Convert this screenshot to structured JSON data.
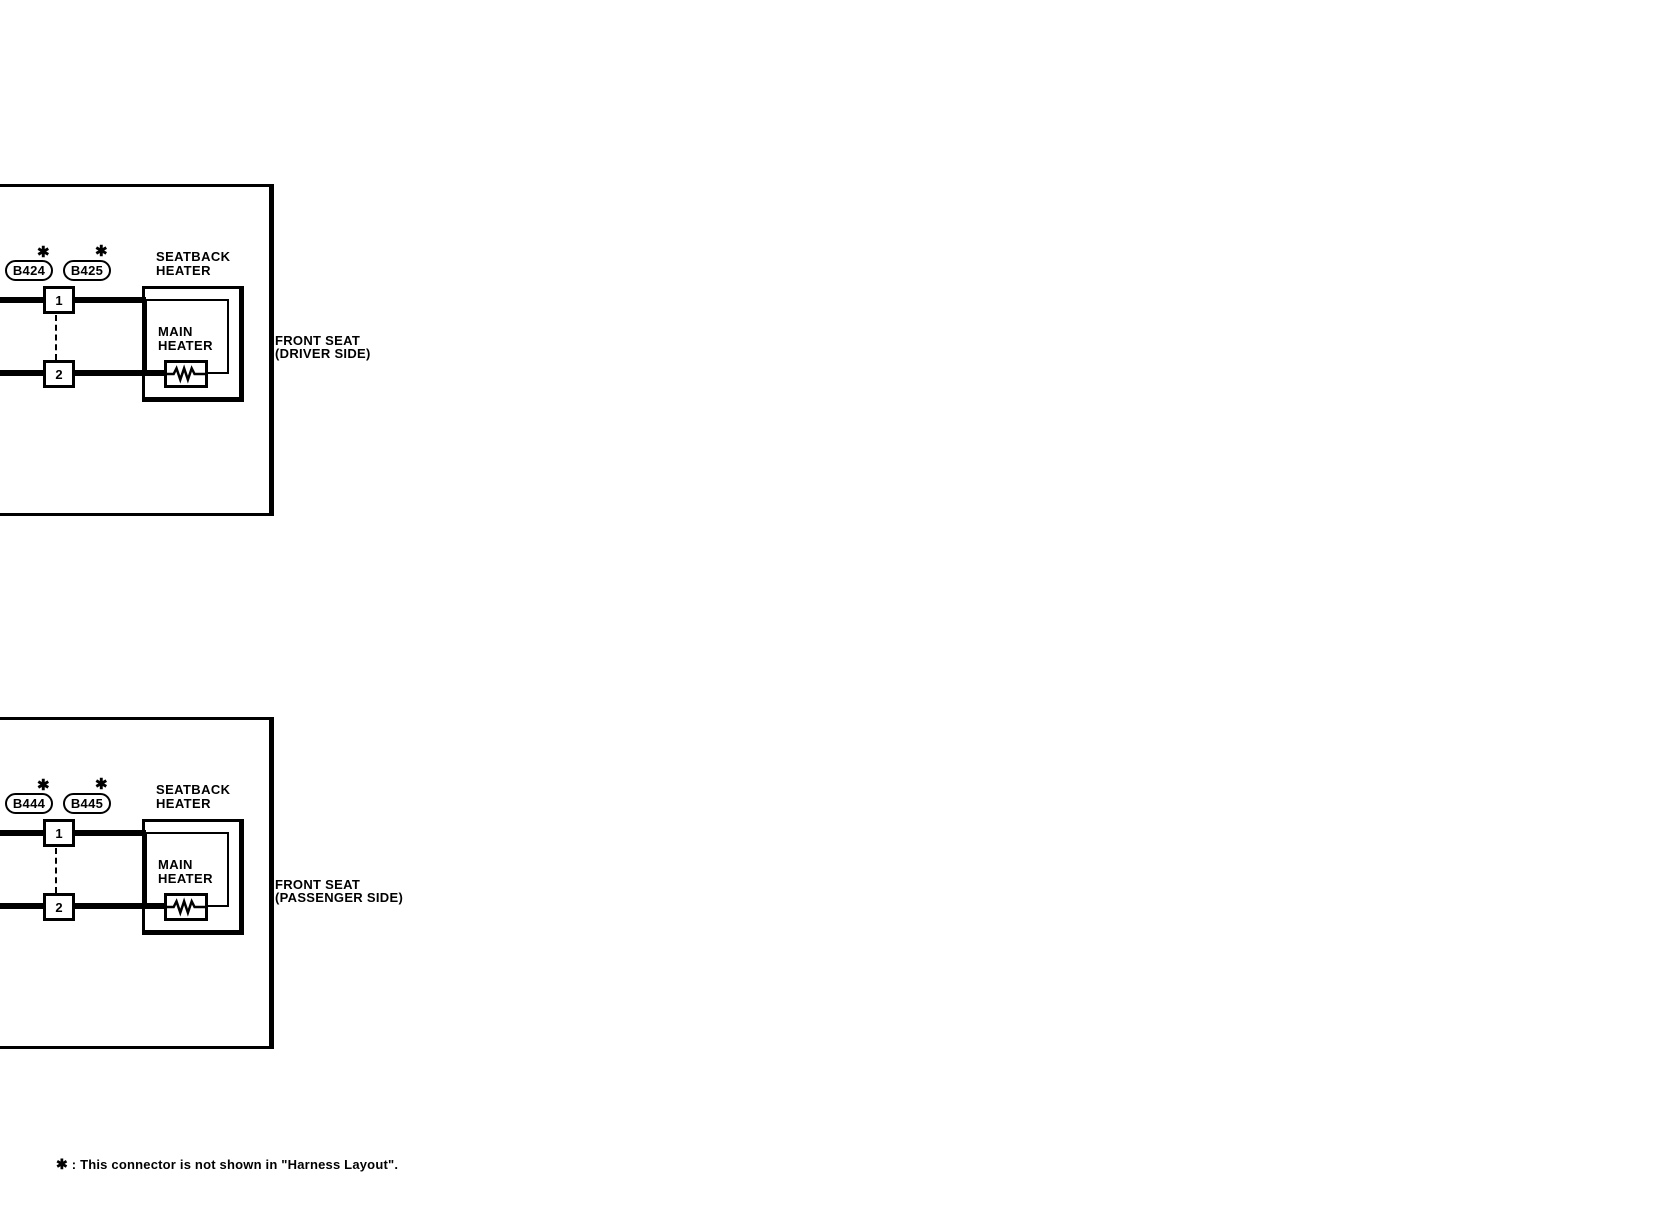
{
  "colors": {
    "ink": "#000000",
    "paper": "#ffffff"
  },
  "diagrams": [
    {
      "seat": {
        "line1": "FRONT SEAT",
        "line2": "(DRIVER SIDE)"
      },
      "component": {
        "line1": "SEATBACK",
        "line2": "HEATER"
      },
      "sub": {
        "line1": "MAIN",
        "line2": "HEATER"
      },
      "connectors": [
        {
          "id": "B424",
          "marker": "✱"
        },
        {
          "id": "B425",
          "marker": "✱"
        }
      ],
      "pins": [
        "1",
        "2"
      ]
    },
    {
      "seat": {
        "line1": "FRONT SEAT",
        "line2": "(PASSENGER SIDE)"
      },
      "component": {
        "line1": "SEATBACK",
        "line2": "HEATER"
      },
      "sub": {
        "line1": "MAIN",
        "line2": "HEATER"
      },
      "connectors": [
        {
          "id": "B444",
          "marker": "✱"
        },
        {
          "id": "B445",
          "marker": "✱"
        }
      ],
      "pins": [
        "1",
        "2"
      ]
    }
  ],
  "footnote": {
    "marker": "✱",
    "text": ": This connector is not shown in \"Harness Layout\"."
  }
}
